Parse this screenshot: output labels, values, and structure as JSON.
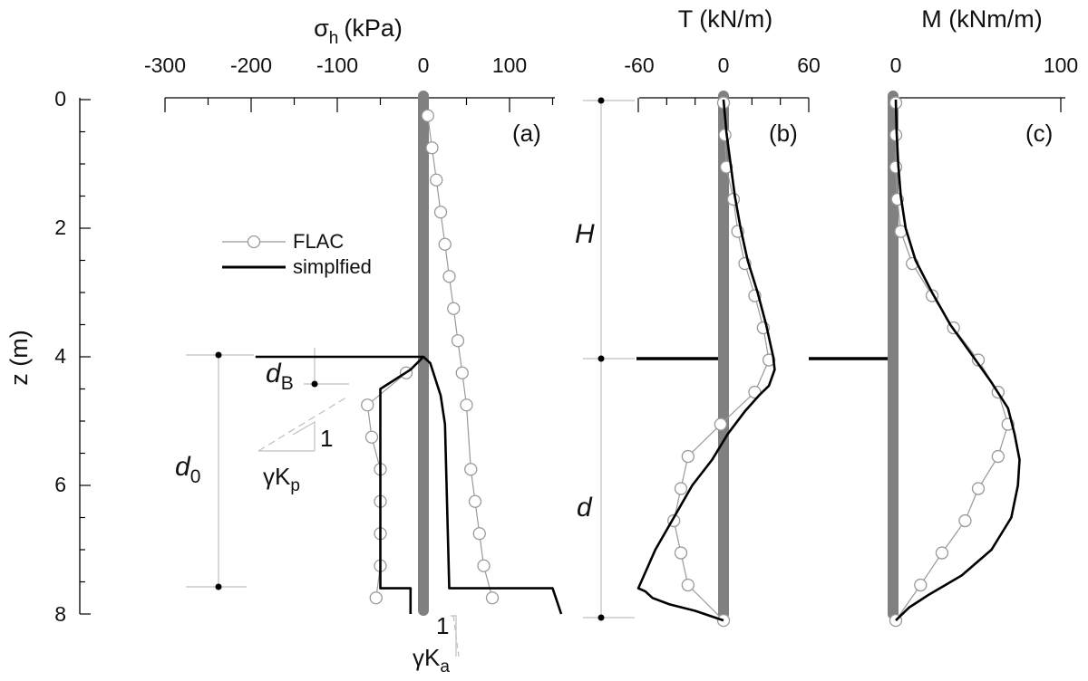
{
  "y_axis": {
    "label": "z (m)",
    "ticks": [
      "0",
      "2",
      "4",
      "6",
      "8"
    ],
    "range": [
      0,
      8
    ]
  },
  "legend": {
    "placement": "upper-left of panel (a)",
    "entries": [
      "FLAC",
      "simplfied"
    ]
  },
  "colors": {
    "wall": "#808080",
    "flac": "#999999",
    "simplified": "#000000",
    "guides": "#bfbfbf"
  },
  "annotations": {
    "H": "H",
    "d": "d",
    "d0": "d",
    "d0_sub": "0",
    "dB": "d",
    "dB_sub": "B",
    "gKp": "γK",
    "gKp_sub": "p",
    "gKa": "γK",
    "gKa_sub": "a",
    "slope_one_p": "1",
    "slope_one_a": "1"
  },
  "chart_data": [
    {
      "type": "line",
      "panel": "(a)",
      "title": "σ",
      "title_sub": "h",
      "title_unit": "(kPa)",
      "xlabel": "σh (kPa)",
      "ylabel": "z (m)",
      "xlim": [
        -300,
        150
      ],
      "ylim": [
        0,
        8
      ],
      "x_ticks": [
        "-300",
        "-200",
        "-100",
        "0",
        "100"
      ],
      "x_tick_values": [
        -300,
        -200,
        -100,
        0,
        100
      ],
      "series": [
        {
          "name": "FLAC",
          "side": "active",
          "points": [
            [
              5,
              0.25
            ],
            [
              10,
              0.75
            ],
            [
              15,
              1.25
            ],
            [
              20,
              1.75
            ],
            [
              25,
              2.25
            ],
            [
              30,
              2.75
            ],
            [
              35,
              3.25
            ],
            [
              40,
              3.75
            ],
            [
              45,
              4.25
            ],
            [
              50,
              4.75
            ],
            [
              55,
              5.75
            ],
            [
              60,
              6.25
            ],
            [
              65,
              6.75
            ],
            [
              70,
              7.25
            ],
            [
              80,
              7.75
            ]
          ]
        },
        {
          "name": "FLAC",
          "side": "passive",
          "points": [
            [
              -20,
              4.25
            ],
            [
              -65,
              4.75
            ],
            [
              -60,
              5.25
            ],
            [
              -50,
              5.75
            ],
            [
              -50,
              6.25
            ],
            [
              -50,
              6.75
            ],
            [
              -50,
              7.25
            ],
            [
              -55,
              7.75
            ]
          ]
        },
        {
          "name": "simplfied",
          "side": "active",
          "points": [
            [
              0,
              4.0
            ],
            [
              8,
              4.1
            ],
            [
              20,
              4.6
            ],
            [
              25,
              5.05
            ],
            [
              30,
              7.6
            ],
            [
              150,
              7.6
            ],
            [
              160,
              8.0
            ]
          ]
        },
        {
          "name": "simplfied",
          "side": "passive",
          "points": [
            [
              -195,
              4.0
            ],
            [
              0,
              4.0
            ],
            [
              -15,
              4.2
            ],
            [
              -50,
              4.5
            ],
            [
              -50,
              7.6
            ],
            [
              -15,
              7.6
            ],
            [
              -15,
              8.0
            ]
          ]
        }
      ]
    },
    {
      "type": "line",
      "panel": "(b)",
      "title": "T (kN/m)",
      "xlabel": "T (kN/m)",
      "xlim": [
        -60,
        60
      ],
      "ylim": [
        0,
        8
      ],
      "x_ticks": [
        "-60",
        "0",
        "60"
      ],
      "x_tick_values": [
        -60,
        0,
        60
      ],
      "series": [
        {
          "name": "FLAC",
          "points": [
            [
              0,
              0.05
            ],
            [
              1,
              0.55
            ],
            [
              2,
              1.05
            ],
            [
              7,
              1.55
            ],
            [
              10,
              2.05
            ],
            [
              15,
              2.55
            ],
            [
              22,
              3.05
            ],
            [
              28,
              3.55
            ],
            [
              32,
              4.05
            ],
            [
              22,
              4.55
            ],
            [
              -2,
              5.05
            ],
            [
              -25,
              5.55
            ],
            [
              -30,
              6.05
            ],
            [
              -35,
              6.55
            ],
            [
              -30,
              7.05
            ],
            [
              -25,
              7.55
            ],
            [
              0,
              8.1
            ]
          ]
        },
        {
          "name": "simplfied",
          "points": [
            [
              0,
              0
            ],
            [
              2,
              0.5
            ],
            [
              5,
              1.0
            ],
            [
              8,
              1.5
            ],
            [
              12,
              2.0
            ],
            [
              17,
              2.5
            ],
            [
              24,
              3.0
            ],
            [
              30,
              3.5
            ],
            [
              35,
              4.0
            ],
            [
              36,
              4.2
            ],
            [
              32,
              4.45
            ],
            [
              25,
              4.6
            ],
            [
              15,
              4.85
            ],
            [
              3,
              5.2
            ],
            [
              -8,
              5.6
            ],
            [
              -22,
              6.0
            ],
            [
              -35,
              6.5
            ],
            [
              -48,
              7.0
            ],
            [
              -56,
              7.4
            ],
            [
              -60,
              7.6
            ],
            [
              -55,
              7.65
            ],
            [
              -50,
              7.75
            ],
            [
              -38,
              7.85
            ],
            [
              -20,
              7.95
            ],
            [
              0,
              8.1
            ]
          ]
        }
      ]
    },
    {
      "type": "line",
      "panel": "(c)",
      "title": "M (kNm/m)",
      "xlabel": "M (kNm/m)",
      "xlim": [
        0,
        100
      ],
      "ylim": [
        0,
        8
      ],
      "x_ticks": [
        "0",
        "100"
      ],
      "x_tick_values": [
        0,
        100
      ],
      "series": [
        {
          "name": "FLAC",
          "points": [
            [
              0,
              0.05
            ],
            [
              0,
              0.55
            ],
            [
              0,
              1.05
            ],
            [
              1,
              1.55
            ],
            [
              3,
              2.05
            ],
            [
              10,
              2.55
            ],
            [
              22,
              3.05
            ],
            [
              35,
              3.55
            ],
            [
              50,
              4.05
            ],
            [
              62,
              4.55
            ],
            [
              68,
              5.05
            ],
            [
              62,
              5.55
            ],
            [
              50,
              6.05
            ],
            [
              42,
              6.55
            ],
            [
              28,
              7.05
            ],
            [
              15,
              7.55
            ],
            [
              0,
              8.1
            ]
          ]
        },
        {
          "name": "simplfied",
          "points": [
            [
              0,
              0
            ],
            [
              0.5,
              0.5
            ],
            [
              1.5,
              1.0
            ],
            [
              3,
              1.5
            ],
            [
              6,
              2.0
            ],
            [
              12,
              2.5
            ],
            [
              22,
              3.0
            ],
            [
              33,
              3.5
            ],
            [
              47,
              4.0
            ],
            [
              58,
              4.4
            ],
            [
              68,
              4.8
            ],
            [
              72,
              5.2
            ],
            [
              75,
              5.6
            ],
            [
              74,
              6.0
            ],
            [
              70,
              6.5
            ],
            [
              58,
              7.0
            ],
            [
              40,
              7.4
            ],
            [
              20,
              7.7
            ],
            [
              8,
              7.9
            ],
            [
              0,
              8.1
            ]
          ]
        }
      ]
    }
  ]
}
